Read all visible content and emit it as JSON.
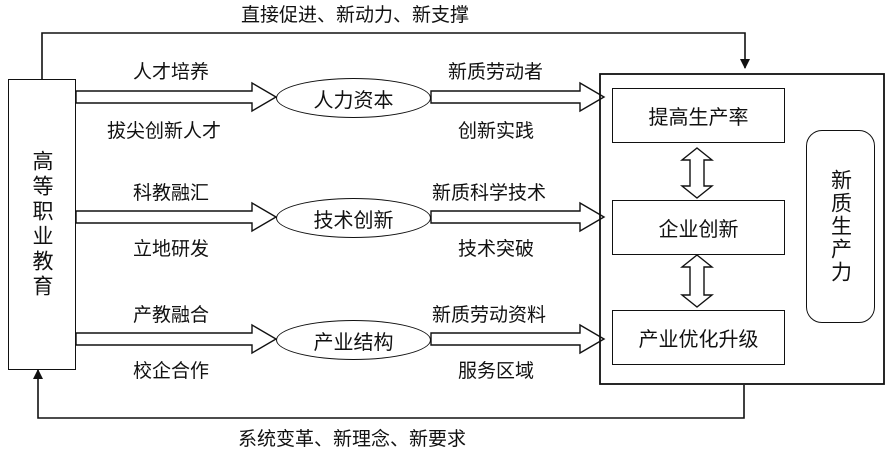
{
  "top_feedback": "直接促进、新动力、新支撑",
  "bottom_feedback": "系统变革、新理念、新要求",
  "source": "高等职业教育",
  "rows": [
    {
      "upper_in": "人才培养",
      "lower_in": "拔尖创新人才",
      "node": "人力资本",
      "upper_out": "新质劳动者",
      "lower_out": "创新实践"
    },
    {
      "upper_in": "科教融汇",
      "lower_in": "立地研发",
      "node": "技术创新",
      "upper_out": "新质科学技术",
      "lower_out": "技术突破"
    },
    {
      "upper_in": "产教融合",
      "lower_in": "校企合作",
      "node": "产业结构",
      "upper_out": "新质劳动资料",
      "lower_out": "服务区域"
    }
  ],
  "targets": [
    "提高生产率",
    "企业创新",
    "产业优化升级"
  ],
  "result": "新质生产力"
}
